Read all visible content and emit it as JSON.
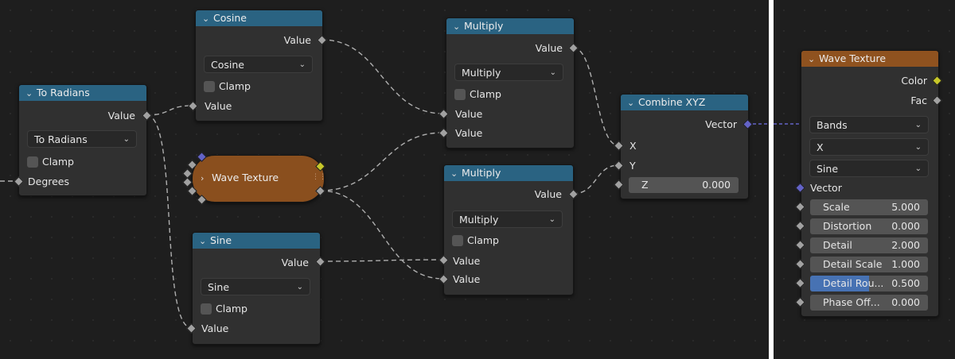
{
  "left_editor": {
    "to_radians": {
      "title": "To Radians",
      "output_label": "Value",
      "operation": "To Radians",
      "clamp_label": "Clamp",
      "input_label": "Degrees"
    },
    "cosine": {
      "title": "Cosine",
      "output_label": "Value",
      "operation": "Cosine",
      "clamp_label": "Clamp",
      "input_label": "Value"
    },
    "sine": {
      "title": "Sine",
      "output_label": "Value",
      "operation": "Sine",
      "clamp_label": "Clamp",
      "input_label": "Value"
    },
    "wave_collapsed": {
      "title": "Wave Texture",
      "color": "#8a4f1e"
    },
    "multiply_top": {
      "title": "Multiply",
      "output_label": "Value",
      "operation": "Multiply",
      "clamp_label": "Clamp",
      "input1_label": "Value",
      "input2_label": "Value"
    },
    "multiply_bottom": {
      "title": "Multiply",
      "output_label": "Value",
      "operation": "Multiply",
      "clamp_label": "Clamp",
      "input1_label": "Value",
      "input2_label": "Value"
    },
    "combine_xyz": {
      "title": "Combine XYZ",
      "output_label": "Vector",
      "x_label": "X",
      "y_label": "Y",
      "z_label": "Z",
      "z_value": "0.000"
    }
  },
  "right_editor": {
    "wave_texture": {
      "title": "Wave Texture",
      "output_color_label": "Color",
      "output_fac_label": "Fac",
      "wave_type": "Bands",
      "direction": "X",
      "profile": "Sine",
      "vector_label": "Vector",
      "fields": [
        {
          "label": "Scale",
          "value": "5.000"
        },
        {
          "label": "Distortion",
          "value": "0.000"
        },
        {
          "label": "Detail",
          "value": "2.000"
        },
        {
          "label": "Detail Scale",
          "value": "1.000"
        },
        {
          "label": "Detail Rou...",
          "value": "0.500",
          "fill_fraction": 0.5
        },
        {
          "label": "Phase Off...",
          "value": "0.000"
        }
      ]
    }
  },
  "colors": {
    "header_math": "#2a6382",
    "header_texture": "#8f521f",
    "socket_float": "#a1a1a1",
    "socket_color": "#c7c729",
    "socket_vector": "#6363c7",
    "slider_fill": "#4772b3",
    "link": "#c8c8c8",
    "vector_link": "#6363c7"
  }
}
